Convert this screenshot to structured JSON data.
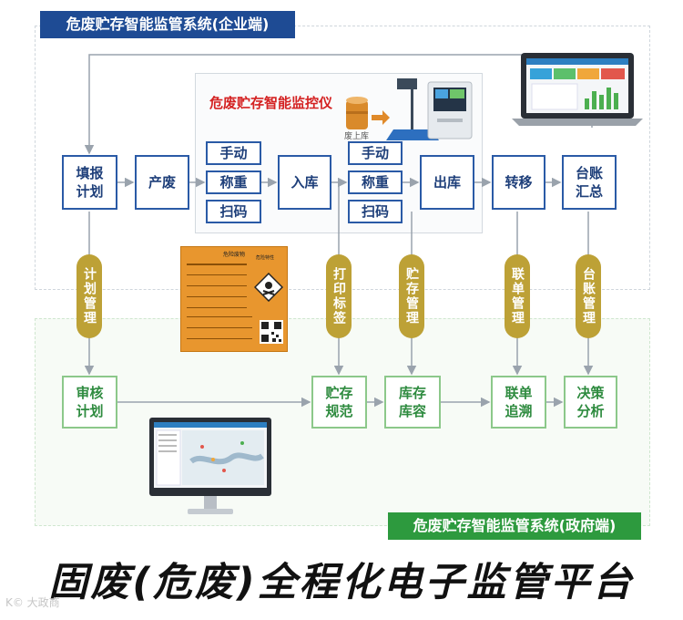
{
  "header": {
    "enterprise_title": "危废贮存智能监管系统(企业端)"
  },
  "monitor": {
    "title": "危废贮存智能监控仪",
    "drum_label": "废上库"
  },
  "flow_enterprise": {
    "plan": "填报\n计划",
    "produce": "产废",
    "in_options": [
      "手动",
      "称重",
      "扫码"
    ],
    "warehouse_in": "入库",
    "out_options": [
      "手动",
      "称重",
      "扫码"
    ],
    "warehouse_out": "出库",
    "transfer": "转移",
    "ledger": "台账\n汇总"
  },
  "functions": [
    "计划管理",
    "打印标签",
    "贮存管理",
    "联单管理",
    "台账管理"
  ],
  "label_sheet": {
    "title": "危险废物",
    "hazard": "危险特性"
  },
  "flow_government": {
    "review": "审核\n计划",
    "storage_norm": "贮存\n规范",
    "inventory": "库存\n库容",
    "trace": "联单\n追溯",
    "decision": "决策\n分析"
  },
  "government_title": "危废贮存智能监管系统(政府端)",
  "footer_title": "固废(危废)全程化电子监管平台",
  "watermark": "K© 大政商",
  "colors": {
    "enterprise": "#1e4b94",
    "government": "#2d9a3e",
    "pill": "#bda136",
    "node_border": "#2a5aa6"
  }
}
